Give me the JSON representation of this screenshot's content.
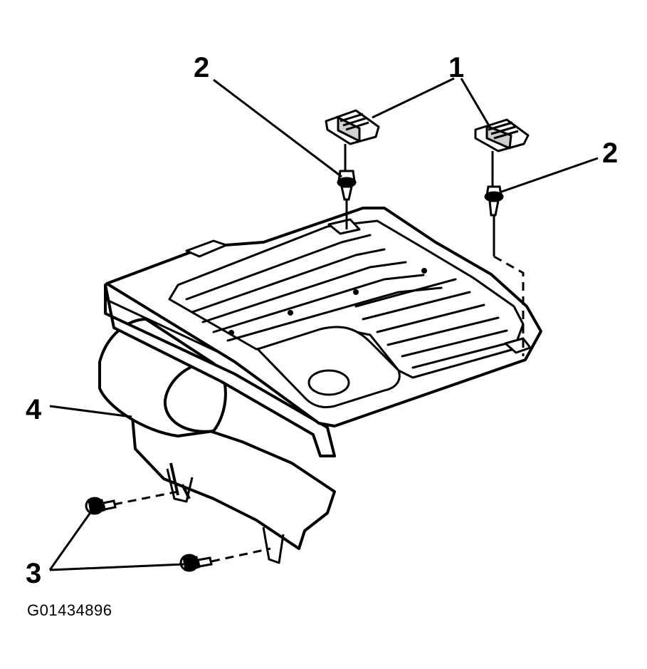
{
  "diagram": {
    "callouts": {
      "c1": "1",
      "c2a": "2",
      "c2b": "2",
      "c3": "3",
      "c4": "4"
    },
    "figure_id": "G01434896"
  },
  "colors": {
    "ink": "#000000",
    "paper": "#ffffff",
    "shade": "#cfcfcf"
  }
}
